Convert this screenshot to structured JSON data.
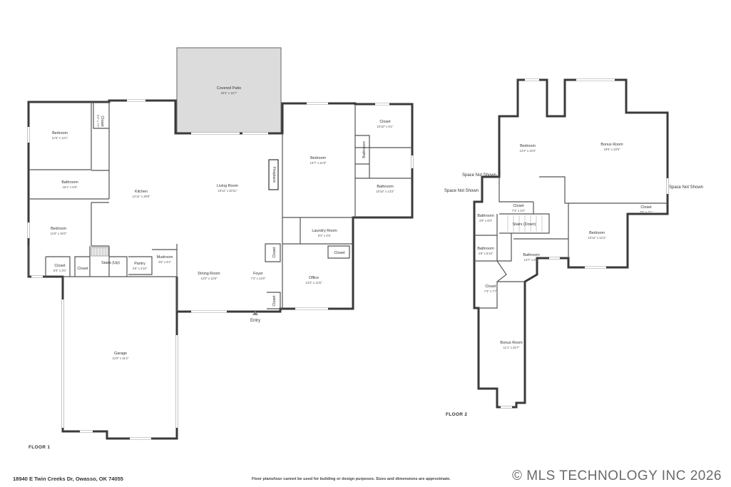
{
  "floor1": {
    "label": "FLOOR 1",
    "rooms": [
      {
        "name": "Covered Patio",
        "dim": "20'3\" x 16'7\""
      },
      {
        "name": "Bedroom",
        "dim": "11'5\" x 13'1\""
      },
      {
        "name": "Closet",
        "dim": "3'4\" x 7'1\""
      },
      {
        "name": "Bathroom",
        "dim": "15'1\" x 5'9\""
      },
      {
        "name": "Kitchen",
        "dim": "12'11\" x 29'8\""
      },
      {
        "name": "Living Room",
        "dim": "19'11\" x 20'11\""
      },
      {
        "name": "Bedroom",
        "dim": "11'6\" x 15'0\""
      },
      {
        "name": "Closet",
        "dim": "5'0\" x 3'0\""
      },
      {
        "name": "Closet",
        "dim": ""
      },
      {
        "name": "Stairs (Up)",
        "dim": ""
      },
      {
        "name": "Pantry",
        "dim": "4'5\" x 3'10\""
      },
      {
        "name": "Mudroom",
        "dim": "4'5\" x 6'1\""
      },
      {
        "name": "Dining Room",
        "dim": "12'0\" x 12'6\""
      },
      {
        "name": "Foyer",
        "dim": "7'4\" x 12'6\""
      },
      {
        "name": "Bedroom",
        "dim": "13'7\" x 21'9\""
      },
      {
        "name": "Closet",
        "dim": "10'10\" x 6'1\""
      },
      {
        "name": "Bathroom",
        "dim": "10'10\" x 13'2\""
      },
      {
        "name": "Laundry Room",
        "dim": "9'2\" x 4'5\""
      },
      {
        "name": "Closet",
        "dim": ""
      },
      {
        "name": "Office",
        "dim": "13'3\" x 12'6\""
      },
      {
        "name": "Garage",
        "dim": "21'9\" x 31'2\""
      }
    ],
    "vertical_labels": [
      "Closet",
      "Fireplace",
      "Bathroom",
      "Closet",
      "Closet"
    ],
    "entry_label": "Entry"
  },
  "floor2": {
    "label": "FLOOR 2",
    "rooms": [
      {
        "name": "Bedroom",
        "dim": "12'4\" x 23'3\""
      },
      {
        "name": "Bonus Room",
        "dim": "19'6\" x 23'5\""
      },
      {
        "name": "Closet",
        "dim": "7'4\" x 2'0\""
      },
      {
        "name": "Closet",
        "dim": "7'5\" x 2'1\""
      },
      {
        "name": "Bathroom",
        "dim": "4'9\" x 6'0\""
      },
      {
        "name": "Stairs (Down)",
        "dim": ""
      },
      {
        "name": "Bedroom",
        "dim": "10'11\" x 12'4\""
      },
      {
        "name": "Bathroom",
        "dim": "4'9\" x 5'10\""
      },
      {
        "name": "Bathroom",
        "dim": "13'7\" x 8'9\""
      },
      {
        "name": "Closet",
        "dim": "7'3\" x 7'7\""
      },
      {
        "name": "Bonus Room",
        "dim": "11'1\" x 26'7\""
      }
    ],
    "space_not_shown": [
      "Space Not Shown",
      "Space Not Shown",
      "Space Not Shown"
    ]
  },
  "footer": {
    "address": "18940 E Twin Creeks Dr, Owasso, OK 74055",
    "disclaimer": "Floor plans/tour cannot be used for building or design purposes. Sizes and dimensions are approximate.",
    "copyright": "© MLS TECHNOLOGY INC 2026"
  }
}
